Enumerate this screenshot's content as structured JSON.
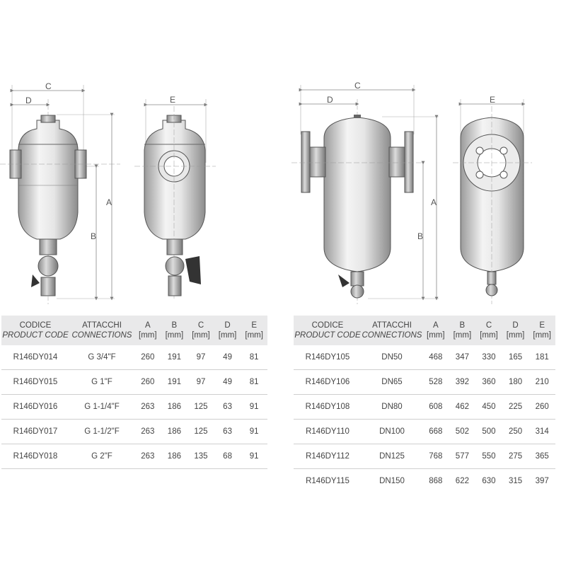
{
  "dimension_letters": {
    "a": "A",
    "b": "B",
    "c": "C",
    "d": "D",
    "e": "E"
  },
  "table_headers": {
    "code_it": "CODICE",
    "code_en": "PRODUCT CODE",
    "conn_it": "ATTACCHI",
    "conn_en": "CONNECTIONS",
    "col_a": "A",
    "col_b": "B",
    "col_c": "C",
    "col_d": "D",
    "col_e": "E",
    "unit": "[mm]"
  },
  "left_table": [
    {
      "code": "R146DY014",
      "conn": "G 3/4\"F",
      "a": "260",
      "b": "191",
      "c": "97",
      "d": "49",
      "e": "81"
    },
    {
      "code": "R146DY015",
      "conn": "G 1\"F",
      "a": "260",
      "b": "191",
      "c": "97",
      "d": "49",
      "e": "81"
    },
    {
      "code": "R146DY016",
      "conn": "G 1-1/4\"F",
      "a": "263",
      "b": "186",
      "c": "125",
      "d": "63",
      "e": "91"
    },
    {
      "code": "R146DY017",
      "conn": "G 1-1/2\"F",
      "a": "263",
      "b": "186",
      "c": "125",
      "d": "63",
      "e": "91"
    },
    {
      "code": "R146DY018",
      "conn": "G 2\"F",
      "a": "263",
      "b": "186",
      "c": "135",
      "d": "68",
      "e": "91"
    }
  ],
  "right_table": [
    {
      "code": "R146DY105",
      "conn": "DN50",
      "a": "468",
      "b": "347",
      "c": "330",
      "d": "165",
      "e": "181"
    },
    {
      "code": "R146DY106",
      "conn": "DN65",
      "a": "528",
      "b": "392",
      "c": "360",
      "d": "180",
      "e": "210"
    },
    {
      "code": "R146DY108",
      "conn": "DN80",
      "a": "608",
      "b": "462",
      "c": "450",
      "d": "225",
      "e": "260"
    },
    {
      "code": "R146DY110",
      "conn": "DN100",
      "a": "668",
      "b": "502",
      "c": "500",
      "d": "250",
      "e": "314"
    },
    {
      "code": "R146DY112",
      "conn": "DN125",
      "a": "768",
      "b": "577",
      "c": "550",
      "d": "275",
      "e": "365"
    },
    {
      "code": "R146DY115",
      "conn": "DN150",
      "a": "868",
      "b": "622",
      "c": "630",
      "d": "315",
      "e": "397"
    }
  ]
}
